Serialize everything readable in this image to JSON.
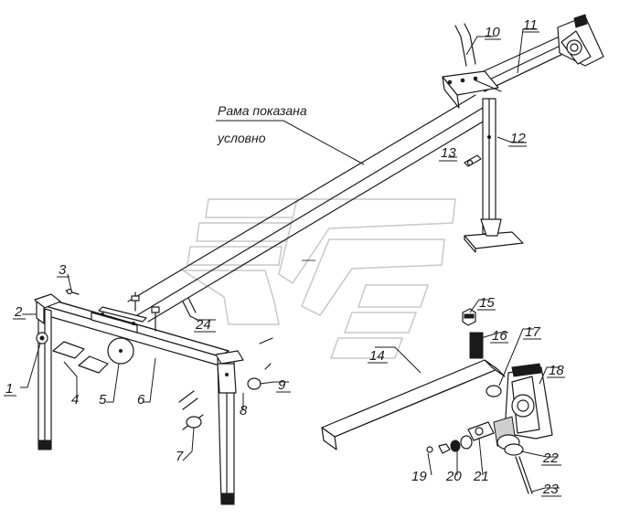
{
  "note": {
    "line1": "Рама показана",
    "line2": "условно"
  },
  "callouts": [
    "1",
    "2",
    "3",
    "4",
    "5",
    "6",
    "7",
    "8",
    "9",
    "10",
    "11",
    "12",
    "13",
    "14",
    "15",
    "16",
    "17",
    "18",
    "19",
    "20",
    "21",
    "22",
    "23",
    "24"
  ]
}
